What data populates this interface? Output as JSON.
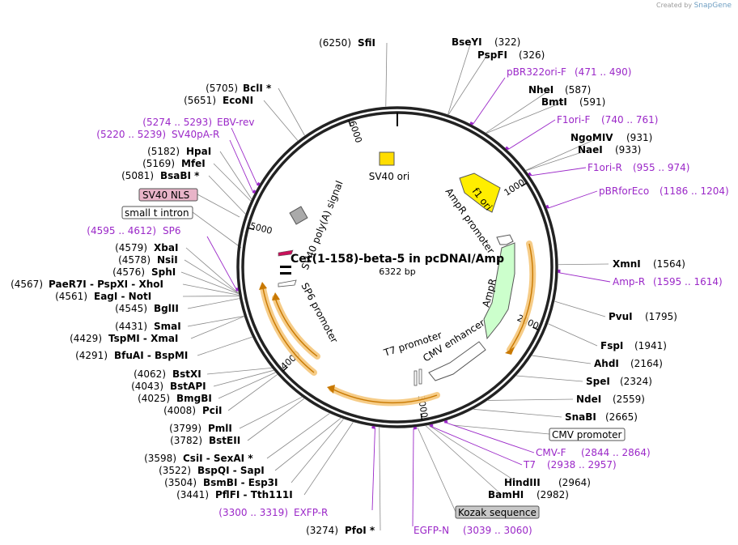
{
  "credit": {
    "prefix": "Created by",
    "brand": "SnapGene"
  },
  "plasmid": {
    "name": "Cer(1-158)-beta-5 in pcDNAI/Amp",
    "length_label": "6322 bp",
    "total_bp": 6322,
    "ring_color": "#222222"
  },
  "ticks": [
    {
      "bp": 1000,
      "label": "1000"
    },
    {
      "bp": 2000,
      "label": "2000"
    },
    {
      "bp": 3000,
      "label": "3000"
    },
    {
      "bp": 4000,
      "label": "4000"
    },
    {
      "bp": 5000,
      "label": "5000"
    },
    {
      "bp": 6000,
      "label": "6000"
    }
  ],
  "enzymes_right": [
    {
      "name": "BseYI",
      "pos": "(322)",
      "bp": 322
    },
    {
      "name": "PspFI",
      "pos": "(326)",
      "bp": 326
    },
    {
      "name": "NheI",
      "pos": "(587)",
      "bp": 587
    },
    {
      "name": "BmtI",
      "pos": "(591)",
      "bp": 591
    },
    {
      "name": "NgoMIV",
      "pos": "(931)",
      "bp": 931
    },
    {
      "name": "NaeI",
      "pos": "(933)",
      "bp": 933
    },
    {
      "name": "XmnI",
      "pos": "(1564)",
      "bp": 1564
    },
    {
      "name": "PvuI",
      "pos": "(1795)",
      "bp": 1795
    },
    {
      "name": "FspI",
      "pos": "(1941)",
      "bp": 1941
    },
    {
      "name": "AhdI",
      "pos": "(2164)",
      "bp": 2164
    },
    {
      "name": "SpeI",
      "pos": "(2324)",
      "bp": 2324
    },
    {
      "name": "NdeI",
      "pos": "(2559)",
      "bp": 2559
    },
    {
      "name": "SnaBI",
      "pos": "(2665)",
      "bp": 2665
    },
    {
      "name": "HindIII",
      "pos": "(2964)",
      "bp": 2964
    },
    {
      "name": "BamHI",
      "pos": "(2982)",
      "bp": 2982
    }
  ],
  "enzymes_left": [
    {
      "text": "SfiI",
      "pos": "(6250)",
      "bp": 6250
    },
    {
      "text": "BclI *",
      "pos": "(5705)",
      "bp": 5705
    },
    {
      "text": "EcoNI",
      "pos": "(5651)",
      "bp": 5651
    },
    {
      "text": "HpaI",
      "pos": "(5182)",
      "bp": 5182
    },
    {
      "text": "MfeI",
      "pos": "(5169)",
      "bp": 5169
    },
    {
      "text": "BsaBI *",
      "pos": "(5081)",
      "bp": 5081
    },
    {
      "text": "XbaI",
      "pos": "(4579)",
      "bp": 4579
    },
    {
      "text": "NsiI",
      "pos": "(4578)",
      "bp": 4578
    },
    {
      "text": "SphI",
      "pos": "(4576)",
      "bp": 4576
    },
    {
      "text": "PaeR7I  - PspXI  - XhoI",
      "pos": "(4567)",
      "bp": 4567
    },
    {
      "text": "EagI  - NotI",
      "pos": "(4561)",
      "bp": 4561
    },
    {
      "text": "BglII",
      "pos": "(4545)",
      "bp": 4545
    },
    {
      "text": "SmaI",
      "pos": "(4431)",
      "bp": 4431
    },
    {
      "text": "TspMI  - XmaI",
      "pos": "(4429)",
      "bp": 4429
    },
    {
      "text": "BfuAI  - BspMI",
      "pos": "(4291)",
      "bp": 4291
    },
    {
      "text": "BstXI",
      "pos": "(4062)",
      "bp": 4062
    },
    {
      "text": "BstAPI",
      "pos": "(4043)",
      "bp": 4043
    },
    {
      "text": "BmgBI",
      "pos": "(4025)",
      "bp": 4025
    },
    {
      "text": "PciI",
      "pos": "(4008)",
      "bp": 4008
    },
    {
      "text": "PmlI",
      "pos": "(3799)",
      "bp": 3799
    },
    {
      "text": "BstEII",
      "pos": "(3782)",
      "bp": 3782
    },
    {
      "text": "CsiI  - SexAI *",
      "pos": "(3598)",
      "bp": 3598
    },
    {
      "text": "BspQI  - SapI",
      "pos": "(3522)",
      "bp": 3522
    },
    {
      "text": "BsmBI  - Esp3I",
      "pos": "(3504)",
      "bp": 3504
    },
    {
      "text": "PflFI  - Tth111I",
      "pos": "(3441)",
      "bp": 3441
    },
    {
      "text": "PfoI *",
      "pos": "(3274)",
      "bp": 3274
    }
  ],
  "primers_right": [
    {
      "name": "pBR322ori-F",
      "range": "(471 .. 490)",
      "bp": 480
    },
    {
      "name": "F1ori-F",
      "range": "(740 .. 761)",
      "bp": 750
    },
    {
      "name": "F1ori-R",
      "range": "(955 .. 974)",
      "bp": 965
    },
    {
      "name": "pBRforEco",
      "range": "(1186 .. 1204)",
      "bp": 1195
    },
    {
      "name": "Amp-R",
      "range": "(1595 .. 1614)",
      "bp": 1605
    },
    {
      "name": "CMV-F",
      "range": "(2844 .. 2864)",
      "bp": 2854
    },
    {
      "name": "T7",
      "range": "(2938 .. 2957)",
      "bp": 2947
    },
    {
      "name": "EGFP-N",
      "range": "(3039 .. 3060)",
      "bp": 3050
    }
  ],
  "primers_left": [
    {
      "name": "EBV-rev",
      "range": "(5274 .. 5293)",
      "bp": 5284
    },
    {
      "name": "SV40pA-R",
      "range": "(5220 .. 5239)",
      "bp": 5230
    },
    {
      "name": "SP6",
      "range": "(4595 .. 4612)",
      "bp": 4603
    },
    {
      "name": "EXFP-R",
      "range": "(3300 .. 3319)",
      "bp": 3310
    }
  ],
  "boxed_features": [
    {
      "label": "SV40 NLS",
      "fill": "#e8b4c8",
      "stroke": "#555555"
    },
    {
      "label": "small t intron",
      "fill": "#ffffff",
      "stroke": "#555555"
    },
    {
      "label": "CMV promoter",
      "fill": "#ffffff",
      "stroke": "#555555"
    },
    {
      "label": "Kozak sequence",
      "fill": "#c8c8c8",
      "stroke": "#555555"
    }
  ],
  "features": [
    {
      "label": "SV40 ori",
      "color": "#ffdd00"
    },
    {
      "label": "f1 ori",
      "color": "#ffee00"
    },
    {
      "label": "AmpR promoter",
      "color": "#ffffff"
    },
    {
      "label": "AmpR",
      "color": "#ccffcc"
    },
    {
      "label": "CMV enhancer",
      "color": "#ffffff"
    },
    {
      "label": "T7 promoter",
      "color": "#ffffff"
    },
    {
      "label": "SP6 promoter",
      "color": "#ffffff"
    },
    {
      "label": "SV40 poly(A) signal",
      "color": "#aaaaaa"
    }
  ],
  "colors": {
    "primer": "#9b28c8",
    "orf_glow": "#f5c77a",
    "orf_stroke": "#c87800"
  }
}
